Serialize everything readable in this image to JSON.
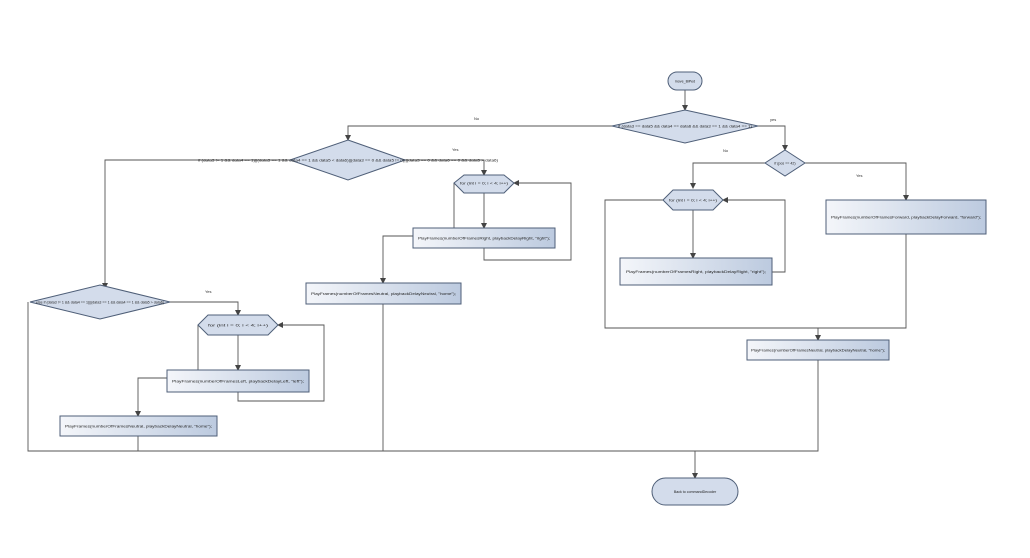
{
  "flowchart": {
    "start": "move_BiPed",
    "end": "Back to commandDecoder",
    "edges": {
      "no": "No",
      "yes": "Yes",
      "yes_lower": "yes"
    },
    "decisions": {
      "main": "if (data3 == data5 && data4 == data6 && data3 == 1 && data4 == 1)",
      "turn": "if (data3 != 1 && data4 == 1)||(data3 == 1 && data4 == 1 && data5 < data6)||(data3 == 0 && data5 != 0)||(data3 == 0 && data6 == 0 && data5 > data6)",
      "left": "else if (data3 != 1 && data4 == 1)||(data3 == 1 && data4 == 1 && data5 > data6)",
      "gate": "if (pos == 42)"
    },
    "loops": {
      "right_mid": "for (int i = 0; i < 4; i++)",
      "left": "for (int i = 0; i < 4; i++)",
      "right_top": "for (int i = 0; i < 4; i++)"
    },
    "processes": {
      "play_right_mid": "PlayFrames(numberOfFramesRight, playbackDelayRight, \"right\");",
      "play_neutral_mid": "PlayFrames(numberOfFramesNeutral, playbackDelayNeutral, \"home\");",
      "play_left": "PlayFrames(numberOfFramesLeft, playbackDelayLeft, \"left\");",
      "play_neutral_left": "PlayFrames(numberOfFramesNeutral, playbackDelayNeutral, \"home\");",
      "play_right_top": "PlayFrames(numberOfFramesRight, playbackDelayRight, \"right\");",
      "play_forward": "PlayFrames(numberOfFramesForward, playbackDelayForward, \"forward\");",
      "play_neutral_right": "PlayFrames(numberOfFramesNeutral, playbackDelayNeutral, \"home\");"
    }
  }
}
